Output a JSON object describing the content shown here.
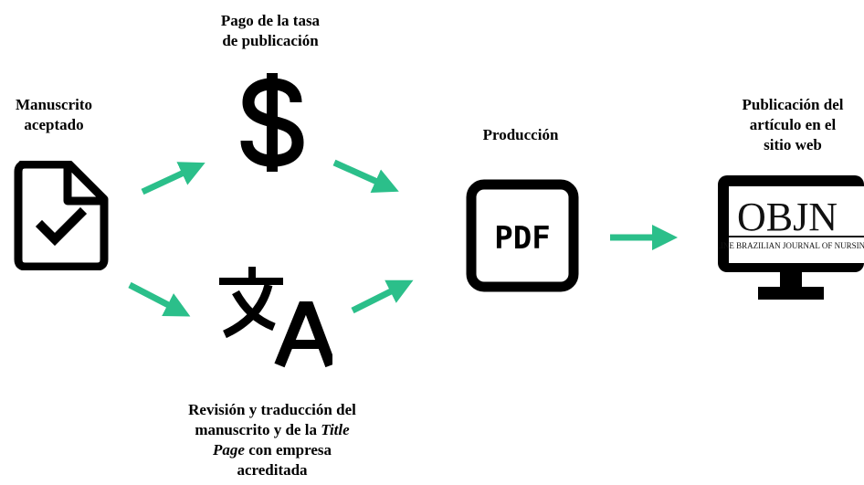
{
  "steps": {
    "accepted": {
      "line1": "Manuscrito",
      "line2": "aceptado",
      "icon": "document-check-icon"
    },
    "fee": {
      "line1": "Pago de la tasa",
      "line2": "de publicación",
      "icon": "dollar-icon"
    },
    "translation": {
      "line1": "Revisión y traducción del",
      "line2_start": "manuscrito y de la ",
      "line2_italic": "Title",
      "line3_italic": "Page",
      "line3_end": " con empresa",
      "line4": "acreditada",
      "icon": "translate-icon"
    },
    "production": {
      "line1": "Producción",
      "icon": "pdf-file-icon",
      "badge": "PDF"
    },
    "publication": {
      "line1": "Publicación del",
      "line2": "artículo en el",
      "line3": "sitio web",
      "icon": "monitor-icon",
      "logo_text": "OBJN",
      "logo_subtext": "ONLINE BRAZILIAN JOURNAL OF NURSING"
    }
  },
  "colors": {
    "arrow": "#2bbf8a",
    "icon": "#000000"
  }
}
